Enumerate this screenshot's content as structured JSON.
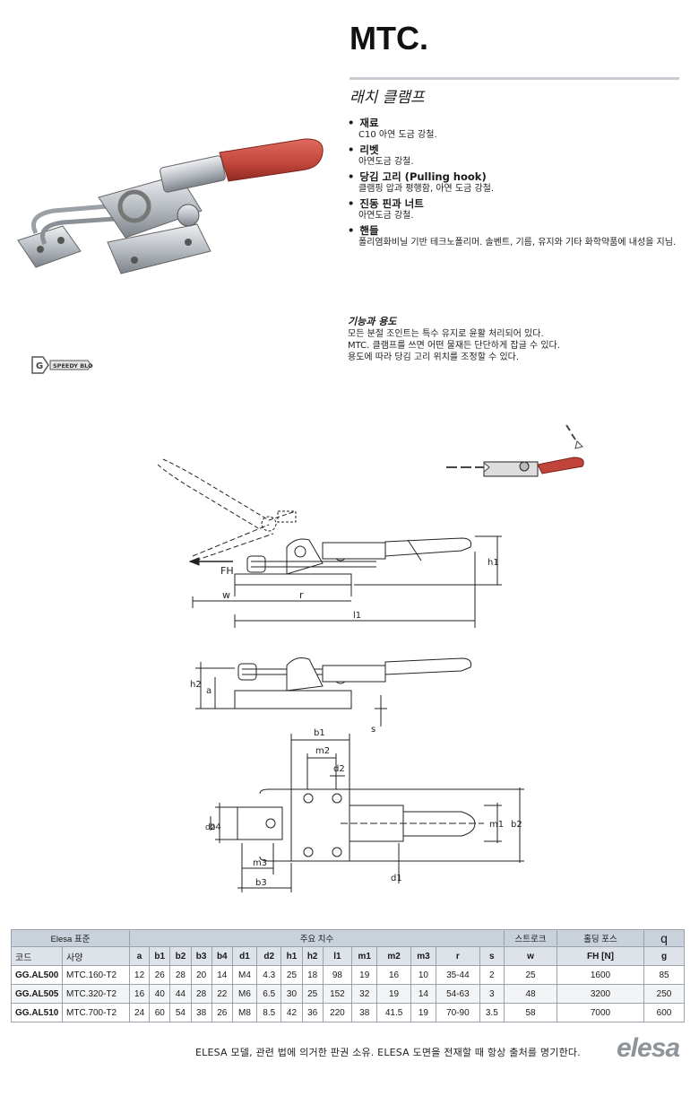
{
  "header": {
    "title": "MTC.",
    "subtitle": "래치 클램프"
  },
  "features": [
    {
      "label": "재료",
      "desc": "C10 아연 도금 강철."
    },
    {
      "label": "리벳",
      "desc": "아연도금 강철."
    },
    {
      "label": "당김 고리 (Pulling hook)",
      "desc": "클램핑 압과 평행함, 아연 도금 강철."
    },
    {
      "label": "진동 핀과 너트",
      "desc": "아연도금 강철."
    },
    {
      "label": "핸들",
      "desc": "폴리염화비닐 기반 테크노폴리머. 솔벤트, 기름, 유지와 기타 화학약품에 내성을 지님."
    }
  ],
  "function": {
    "heading": "기능과 용도",
    "lines": [
      "모든 분절 조인트는 특수 유지로 윤활 처리되어 있다.",
      "MTC. 클램프를 쓰면 어떤 물재든 단단하게 잡글 수 있다.",
      "용도에 따라 당김 고리 위치를 조정할 수 있다."
    ]
  },
  "logo": {
    "text": "SPEEDY BLOCK"
  },
  "diagram": {
    "labels": {
      "fh": "FH",
      "w": "w",
      "r": "r",
      "l1": "l1",
      "h1": "h1",
      "h2": "h2",
      "a": "a",
      "s": "s",
      "b1": "b1",
      "m2": "m2",
      "d2_top": "d2",
      "b4": "b4",
      "d2": "d2",
      "m1": "m1",
      "b2": "b2",
      "m3": "m3",
      "b3": "b3",
      "d1": "d1"
    }
  },
  "table": {
    "group_headers": {
      "standard": "Elesa 표준",
      "dims": "주요 치수",
      "stroke": "스트로크",
      "force": "홀딩 포스",
      "weight": "q"
    },
    "col_headers": {
      "code": "코드",
      "spec": "사양",
      "a": "a",
      "b1": "b1",
      "b2": "b2",
      "b3": "b3",
      "b4": "b4",
      "d1": "d1",
      "d2": "d2",
      "h1": "h1",
      "h2": "h2",
      "l1": "l1",
      "m1": "m1",
      "m2": "m2",
      "m3": "m3",
      "r": "r",
      "s": "s",
      "w": "w",
      "fh": "FH [N]",
      "g": "g"
    },
    "rows": [
      {
        "code": "GG.AL500",
        "spec": "MTC.160-T2",
        "a": "12",
        "b1": "26",
        "b2": "28",
        "b3": "20",
        "b4": "14",
        "d1": "M4",
        "d2": "4.3",
        "h1": "25",
        "h2": "18",
        "l1": "98",
        "m1": "19",
        "m2": "16",
        "m3": "10",
        "r": "35-44",
        "s": "2",
        "w": "25",
        "fh": "1600",
        "g": "85"
      },
      {
        "code": "GG.AL505",
        "spec": "MTC.320-T2",
        "a": "16",
        "b1": "40",
        "b2": "44",
        "b3": "28",
        "b4": "22",
        "d1": "M6",
        "d2": "6.5",
        "h1": "30",
        "h2": "25",
        "l1": "152",
        "m1": "32",
        "m2": "19",
        "m3": "14",
        "r": "54-63",
        "s": "3",
        "w": "48",
        "fh": "3200",
        "g": "250"
      },
      {
        "code": "GG.AL510",
        "spec": "MTC.700-T2",
        "a": "24",
        "b1": "60",
        "b2": "54",
        "b3": "38",
        "b4": "26",
        "d1": "M8",
        "d2": "8.5",
        "h1": "42",
        "h2": "36",
        "l1": "220",
        "m1": "38",
        "m2": "41.5",
        "m3": "19",
        "r": "70-90",
        "s": "3.5",
        "w": "58",
        "fh": "7000",
        "g": "600"
      }
    ]
  },
  "footer": {
    "note": "ELESA 모델, 관련 법에 의거한 판권 소유. ELESA 도면을 전재할 때 항상 출처를 명기한다.",
    "brand": "elesa"
  },
  "colors": {
    "handle_red": "#c0443a",
    "steel": "#c9cdd2",
    "table_header": "#c9d1da"
  }
}
